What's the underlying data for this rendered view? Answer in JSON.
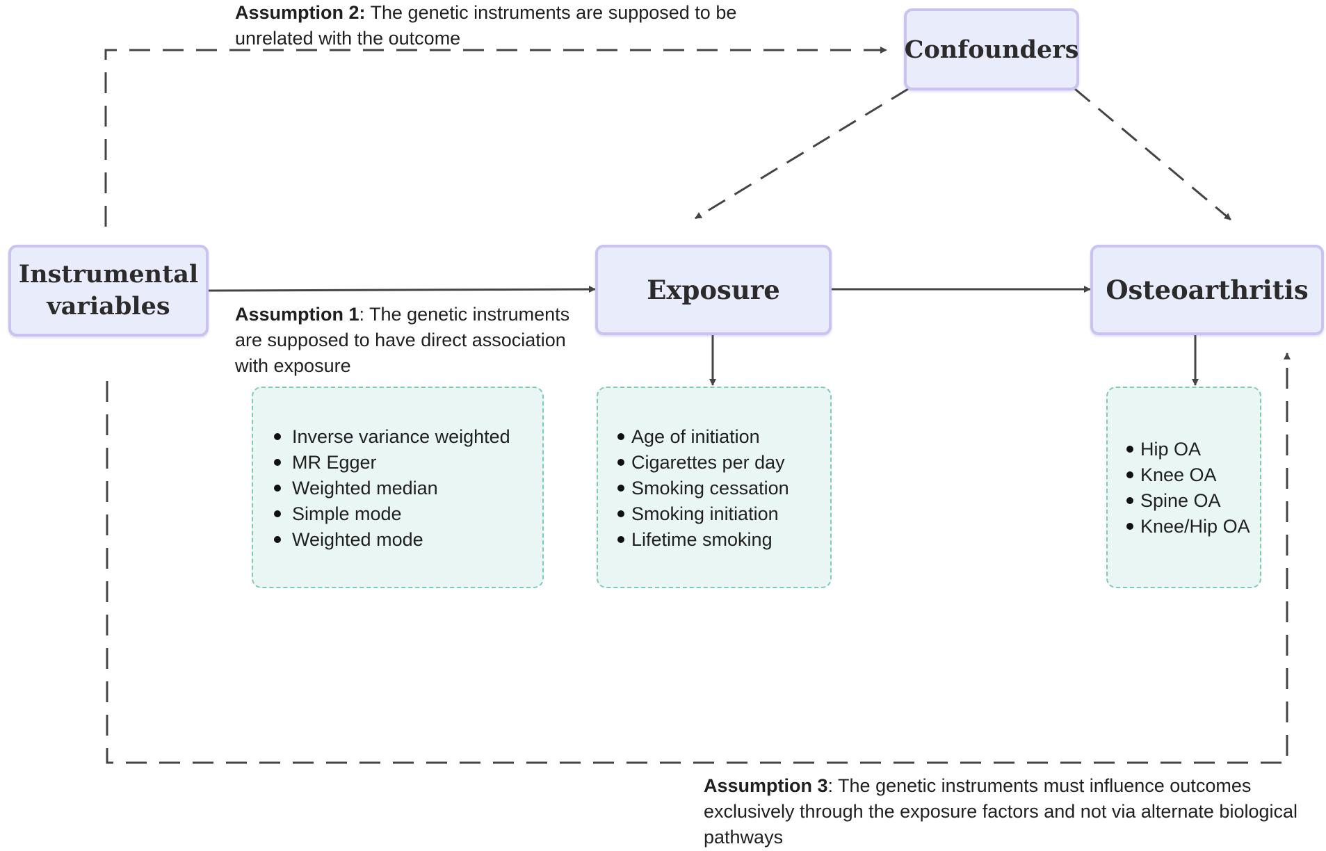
{
  "nodes": {
    "confounders": "Confounders",
    "instrumental_line1": "Instrumental",
    "instrumental_line2": "variables",
    "exposure": "Exposure",
    "outcome": "Osteoarthritis"
  },
  "methods": [
    "Inverse variance weighted",
    "MR Egger",
    "Weighted median",
    "Simple mode",
    "Weighted mode"
  ],
  "exposures": [
    "Age of initiation",
    "Cigarettes per day",
    "Smoking cessation",
    "Smoking initiation",
    "Lifetime smoking"
  ],
  "outcomes": [
    "Hip OA",
    "Knee OA",
    "Spine OA",
    "Knee/Hip OA"
  ],
  "assumptions": {
    "a1_label": "Assumption 1",
    "a1_text": ": The genetic instruments are supposed to have direct association with exposure",
    "a2_label": "Assumption 2:",
    "a2_text": " The genetic instruments are supposed to be unrelated with the outcome",
    "a3_label": "Assumption 3",
    "a3_text": ": The genetic instruments must influence outcomes exclusively through the exposure factors and not via alternate biological pathways"
  },
  "colors": {
    "node_fill": "#e9ecfb",
    "node_border": "#c9c3f0",
    "list_fill": "#e9f6f3",
    "list_border": "#7fc9b5",
    "line": "#444444"
  }
}
